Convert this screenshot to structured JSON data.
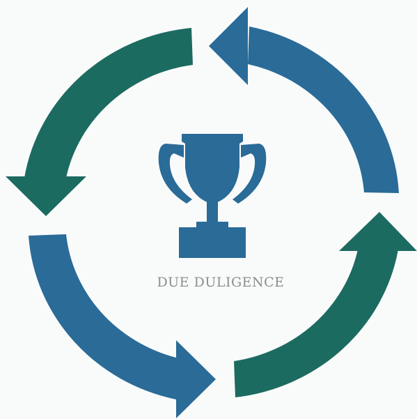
{
  "diagram": {
    "type": "cycle",
    "center_label": "DUE DULIGENCE",
    "center_icon": "trophy-icon",
    "arrow_count": 4,
    "direction": "counter-clockwise",
    "colors": {
      "background": "#f9fbfb",
      "blue": "#2a6b97",
      "green": "#1c6b60",
      "label": "#8d8d8d"
    },
    "arrows": [
      {
        "segment": "top-right",
        "color": "blue"
      },
      {
        "segment": "top-left",
        "color": "green"
      },
      {
        "segment": "bottom-left",
        "color": "blue"
      },
      {
        "segment": "bottom-right",
        "color": "green"
      }
    ]
  }
}
